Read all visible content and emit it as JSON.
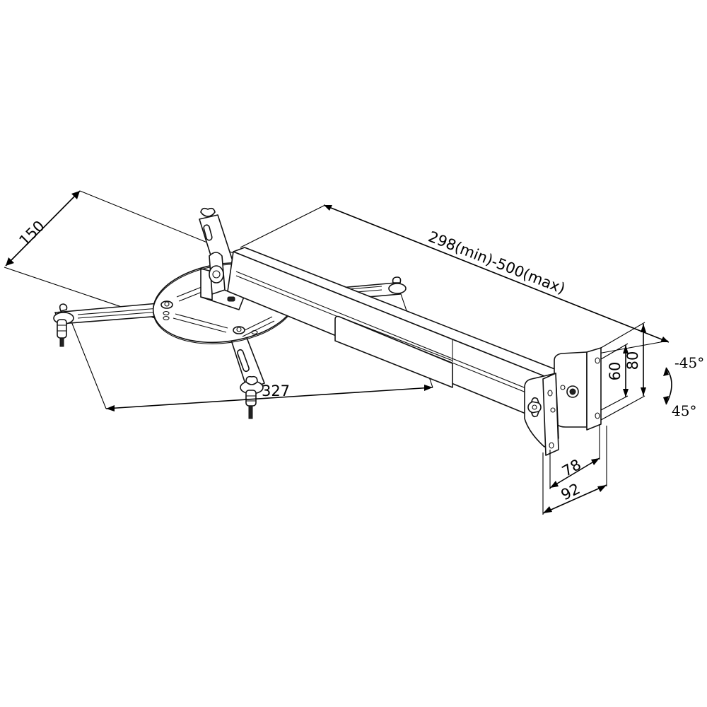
{
  "drawing": {
    "title": "Projector ceiling/wall mount technical drawing",
    "units": "mm",
    "stroke_color": "#000000",
    "background": "#ffffff"
  },
  "dimensions": {
    "plate_depth": "150",
    "arm_length": "298(min)-500(max)",
    "spider_span": "327",
    "bracket_height_outer": "80",
    "bracket_height_inner": "60",
    "bracket_width_inner": "78",
    "bracket_width_outer": "92"
  },
  "tilt": {
    "up": "-45°",
    "down": "45°"
  },
  "components": [
    "round-mounting-plate",
    "spider-arm-left",
    "spider-arm-top",
    "spider-arm-right",
    "spider-arm-bottom",
    "tilt-hinge",
    "telescopic-arm",
    "wall-bracket",
    "wing-nut"
  ]
}
